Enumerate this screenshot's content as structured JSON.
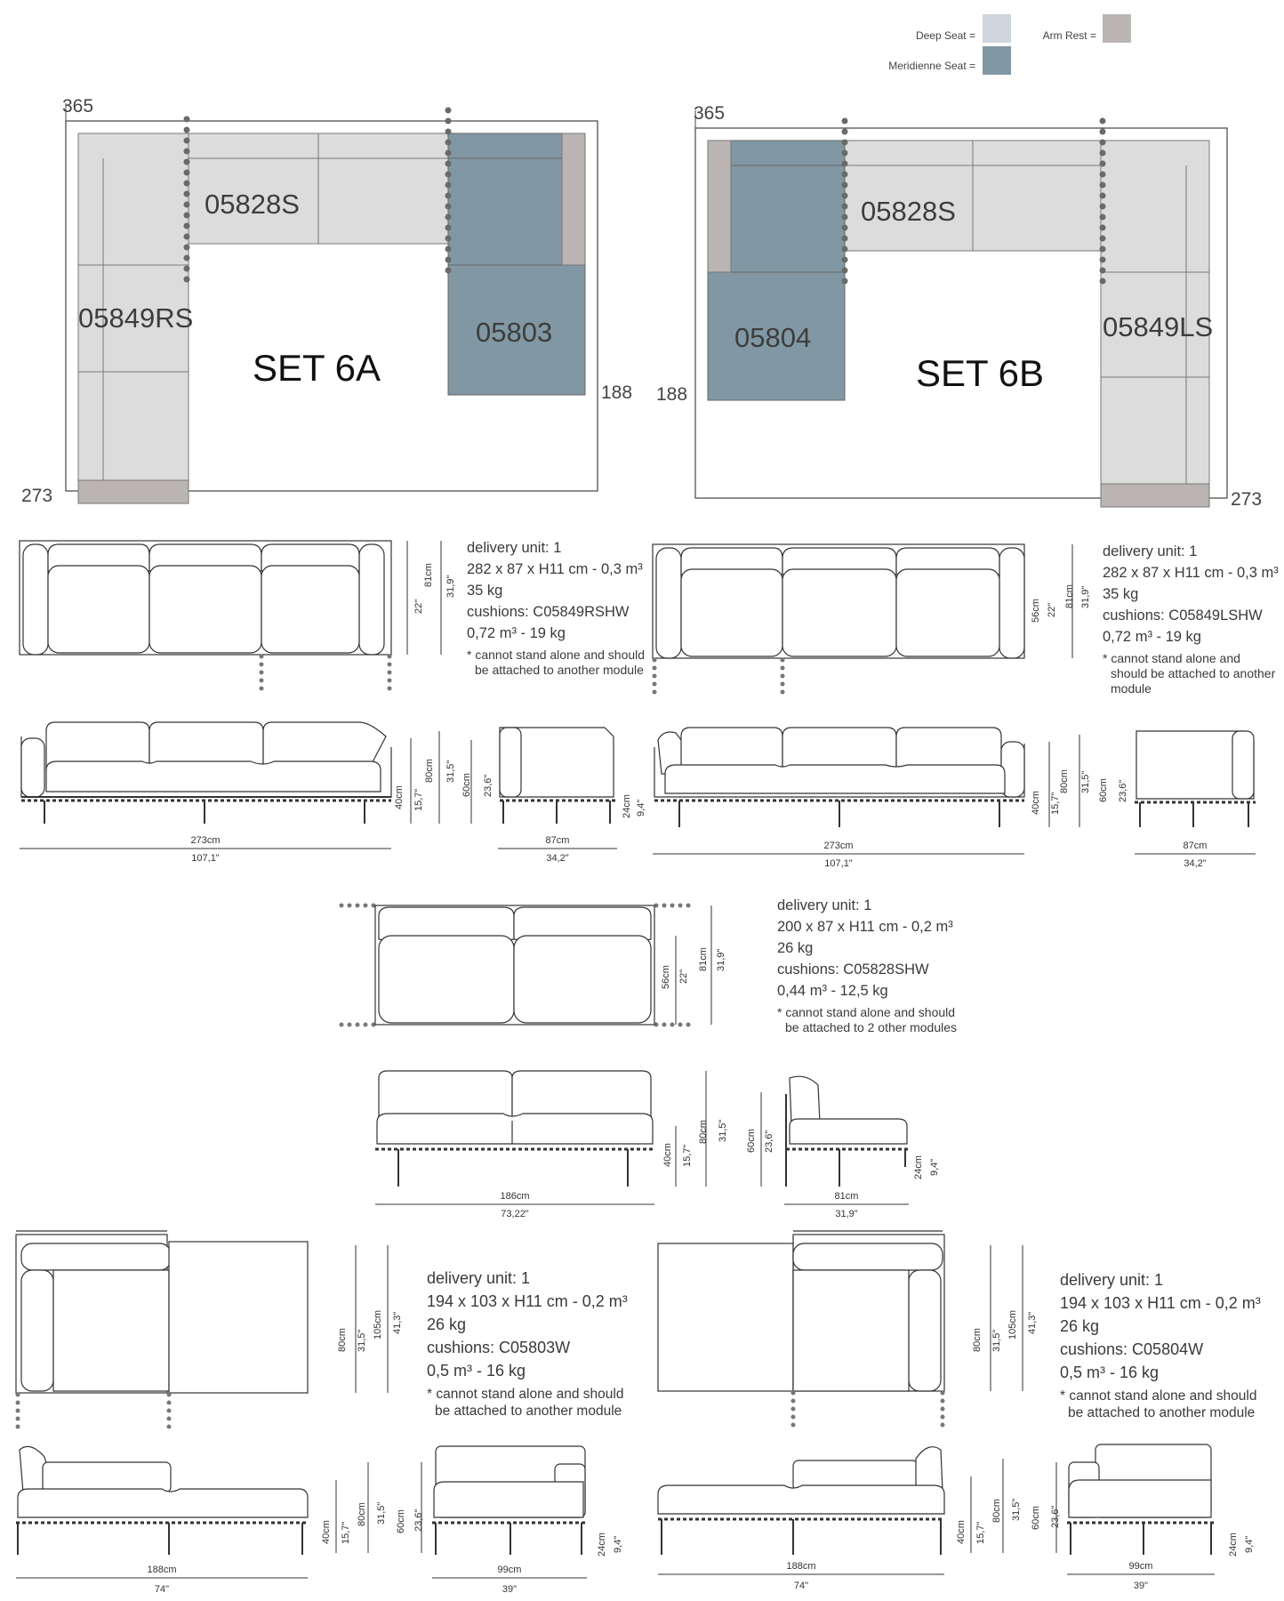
{
  "legend": {
    "deep_seat": "Deep Seat =",
    "meridienne_seat": "Meridienne Seat =",
    "arm_rest": "Arm Rest =",
    "colors": {
      "deep_seat": "#cfd6dd",
      "meridienne_seat": "#8198a4",
      "arm_rest": "#bab5b3",
      "light_cushion": "#dcdcdc"
    }
  },
  "set6a": {
    "title": "SET 6A",
    "dim_width": "365",
    "dim_left": "273",
    "dim_right": "188",
    "mod_back": "05828S",
    "mod_left": "05849RS",
    "mod_right": "05803"
  },
  "set6b": {
    "title": "SET 6B",
    "dim_width": "365",
    "dim_left": "188",
    "dim_right": "273",
    "mod_back": "05828S",
    "mod_left": "05804",
    "mod_right": "05849LS"
  },
  "drawings": {
    "rs": {
      "h81": "81cm",
      "h319": "31,9\"",
      "h22": "22\"",
      "w273": "273cm",
      "w1071": "107,1\"",
      "h40": "40cm",
      "h157": "15,7\"",
      "h80": "80cm",
      "h315": "31,5\"",
      "h60": "60cm",
      "h236": "23,6\"",
      "h24": "24cm",
      "h94": "9,4\"",
      "w87": "87cm",
      "w342": "34,2\""
    },
    "ls": {
      "h56": "56cm",
      "h22": "22\"",
      "h81": "81cm",
      "h319": "31,9\"",
      "w273": "273cm",
      "w1071": "107,1\"",
      "h40": "40cm",
      "h157": "15,7\"",
      "h80": "80cm",
      "h315": "31,5\"",
      "h60": "60cm",
      "h236": "23,6\"",
      "w87": "87cm",
      "w342": "34,2\""
    },
    "s": {
      "h56": "56cm",
      "h22": "22\"",
      "h81": "81cm",
      "h319": "31,9\"",
      "w186": "186cm",
      "w7322": "73,22\"",
      "h40": "40cm",
      "h157": "15,7\"",
      "h80": "80cm",
      "h315": "31,5\"",
      "h60": "60cm",
      "h236": "23,6\"",
      "h24": "24cm",
      "h94": "9,4\"",
      "w81": "81cm",
      "w319": "31,9\""
    },
    "m03": {
      "h80": "80cm",
      "h315": "31,5\"",
      "h105": "105cm",
      "h413": "41,3\"",
      "h40": "40cm",
      "h157": "15,7\"",
      "h80b": "80cm",
      "h315b": "31,5\"",
      "h60": "60cm",
      "h236": "23,6\"",
      "h24": "24cm",
      "h94": "9,4\"",
      "w188": "188cm",
      "w74": "74\"",
      "w99": "99cm",
      "w39": "39\""
    },
    "m04": {
      "h80": "80cm",
      "h315": "31,5\"",
      "h105": "105cm",
      "h413": "41,3\"",
      "h40": "40cm",
      "h157": "15,7\"",
      "h80b": "80cm",
      "h315b": "31,5\"",
      "h60": "60cm",
      "h236": "23,6\"",
      "h24": "24cm",
      "h94": "9,4\"",
      "w188": "188cm",
      "w74": "74\"",
      "w99": "99cm",
      "w39": "39\""
    }
  },
  "info_rs": {
    "l1": "delivery unit: 1",
    "l2": "282 x 87 x H11 cm - 0,3 m³",
    "l3": "35 kg",
    "l4": "cushions: C05849RSHW",
    "l5": "0,72 m³ - 19 kg",
    "note": "* cannot stand alone and should be attached to another module"
  },
  "info_ls": {
    "l1": "delivery unit: 1",
    "l2": "282 x 87 x H11 cm - 0,3 m³",
    "l3": "35 kg",
    "l4": "cushions: C05849LSHW",
    "l5": "0,72 m³ - 19 kg",
    "note": "* cannot stand alone and should be attached to another module"
  },
  "info_s": {
    "l1": "delivery unit: 1",
    "l2": "200 x 87 x H11 cm - 0,2 m³",
    "l3": "26 kg",
    "l4": "cushions: C05828SHW",
    "l5": "0,44 m³ - 12,5 kg",
    "note": "* cannot stand alone and should be attached to 2 other modules"
  },
  "info_03": {
    "l1": "delivery unit: 1",
    "l2": "194 x 103 x H11 cm - 0,2 m³",
    "l3": "26 kg",
    "l4": "cushions: C05803W",
    "l5": "0,5 m³ - 16 kg",
    "note": "* cannot stand alone and should be attached to another module"
  },
  "info_04": {
    "l1": "delivery unit: 1",
    "l2": "194 x 103 x H11 cm - 0,2 m³",
    "l3": "26 kg",
    "l4": "cushions: C05804W",
    "l5": "0,5 m³ - 16 kg",
    "note": "* cannot stand alone and should be attached to another module"
  }
}
